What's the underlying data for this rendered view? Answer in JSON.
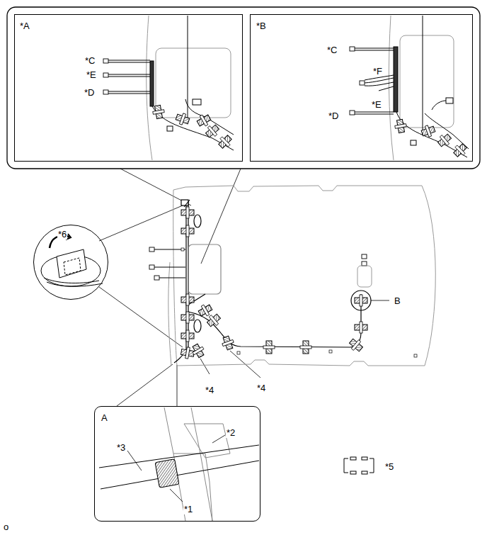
{
  "diagram": {
    "nodes": [
      {
        "text": [
          "*A",
          "*C",
          "*E",
          "*D"
        ]
      },
      {
        "text": [
          "*B",
          "*C",
          "*F",
          "*E",
          "*D"
        ]
      },
      {
        "text": [
          "*6"
        ]
      },
      {
        "text": [
          "A",
          "*2",
          "*3",
          "*1"
        ]
      }
    ],
    "labels": [
      "B",
      "*4",
      "*4",
      "*5",
      "o"
    ]
  }
}
